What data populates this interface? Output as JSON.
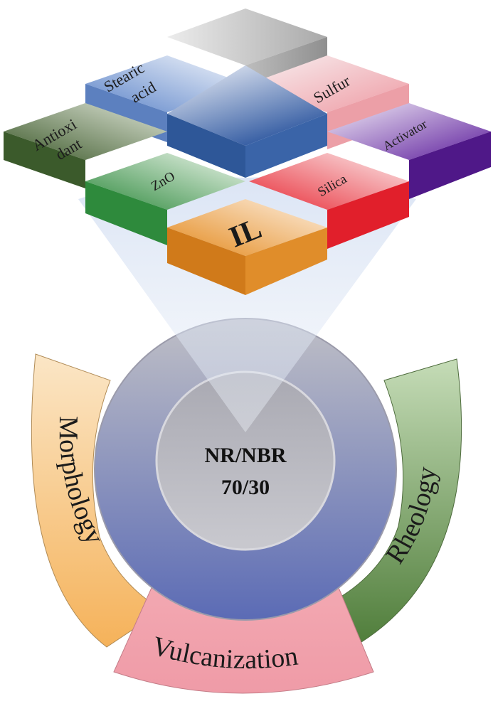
{
  "tiles": {
    "antioxidant": {
      "line1": "Antioxi",
      "line2": "dant",
      "color": "#4e6b3a"
    },
    "stearic_acid": {
      "line1": "Stearic",
      "line2": "acid",
      "color": "#6f95d3"
    },
    "sulfur": {
      "label": "Sulfur",
      "color": "#f2b8bd"
    },
    "activator": {
      "label": "Activator",
      "color": "#7b3fb3"
    },
    "zno": {
      "label": "ZnO",
      "color": "#3f9a4c"
    },
    "silica": {
      "label": "Silica",
      "color": "#e8464f"
    },
    "il": {
      "label": "IL",
      "color": "#e99a3c"
    },
    "top_gray": {
      "color": "#b5b5b5"
    },
    "center_blue": {
      "color": "#3d64a8"
    }
  },
  "hub": {
    "line1": "NR/NBR",
    "line2": "70/30",
    "outer_color": "#7f86b8",
    "inner_color": "#b3b3bd"
  },
  "sectors": {
    "morphology": {
      "label": "Morphology",
      "color": "#f6be6f"
    },
    "rheology": {
      "label": "Rheology",
      "color": "#7fac6a"
    },
    "vulcanization": {
      "label": "Vulcanization",
      "color": "#ef9aa6"
    }
  }
}
